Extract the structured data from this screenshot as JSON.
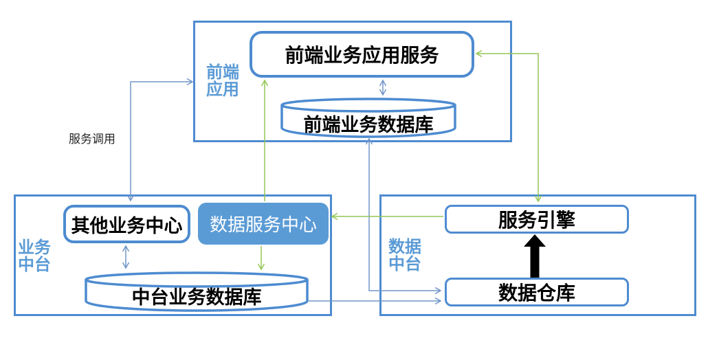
{
  "diagram": {
    "regions": [
      {
        "id": "frontend-app",
        "label": "前端应用"
      },
      {
        "id": "business-middle",
        "label": "业务中台"
      },
      {
        "id": "data-middle",
        "label": "数据中台"
      }
    ],
    "nodes": [
      {
        "id": "app-service",
        "label": "前端业务应用服务",
        "shape": "rounded-rect",
        "region": "frontend-app"
      },
      {
        "id": "frontend-db",
        "label": "前端业务数据库",
        "shape": "cylinder",
        "region": "frontend-app"
      },
      {
        "id": "other-center",
        "label": "其他业务中心",
        "shape": "rounded-rect",
        "region": "business-middle"
      },
      {
        "id": "data-service-center",
        "label": "数据服务中心",
        "shape": "rounded-rect-filled",
        "region": "business-middle"
      },
      {
        "id": "mid-db",
        "label": "中台业务数据库",
        "shape": "cylinder",
        "region": "business-middle"
      },
      {
        "id": "service-engine",
        "label": "服务引擎",
        "shape": "rounded-rect",
        "region": "data-middle"
      },
      {
        "id": "data-warehouse",
        "label": "数据仓库",
        "shape": "rounded-rect",
        "region": "data-middle"
      }
    ],
    "annotations": [
      {
        "id": "service-call",
        "label": "服务调用"
      }
    ],
    "connectors": [
      {
        "from": "frontend-app",
        "to": "other-center",
        "style": "blue-elbow",
        "bidirectional": true,
        "label": "服务调用"
      },
      {
        "from": "app-service",
        "to": "frontend-db",
        "style": "blue",
        "bidirectional": true
      },
      {
        "from": "other-center",
        "to": "mid-db",
        "style": "blue",
        "bidirectional": true
      },
      {
        "from": "frontend-db",
        "to": "data-warehouse",
        "style": "blue-elbow",
        "bidirectional": true
      },
      {
        "from": "mid-db",
        "to": "data-warehouse",
        "style": "blue",
        "bidirectional": false
      },
      {
        "from": "data-service-center",
        "to": "app-service",
        "style": "green",
        "bidirectional": false
      },
      {
        "from": "data-service-center",
        "to": "mid-db",
        "style": "green",
        "bidirectional": false
      },
      {
        "from": "service-engine",
        "to": "data-service-center",
        "style": "green",
        "bidirectional": false
      },
      {
        "from": "app-service",
        "to": "service-engine",
        "style": "green-elbow",
        "bidirectional": true
      },
      {
        "from": "data-warehouse",
        "to": "service-engine",
        "style": "black-thick",
        "bidirectional": false
      }
    ],
    "colors": {
      "box_border": "#4d8bd0",
      "node_fill": "#ffffff",
      "filled_node": "#5b9bd5",
      "filled_node_text": "#ffffff",
      "region_label": "#5b9bd5",
      "arrow_blue": "#7095c8",
      "arrow_green": "#94c655",
      "arrow_black": "#000000",
      "background": "#ffffff"
    }
  }
}
